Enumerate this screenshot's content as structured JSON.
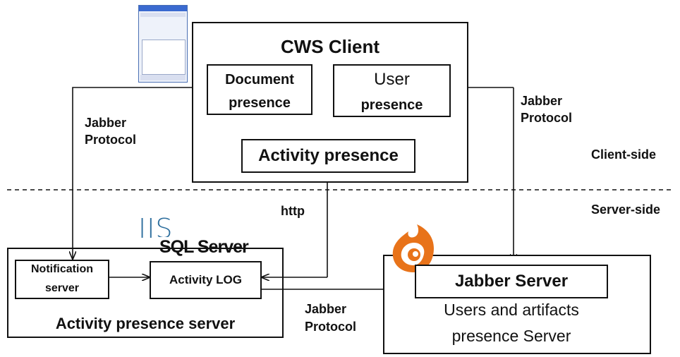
{
  "client_box": {
    "title": "CWS Client"
  },
  "document_presence": {
    "line1": "Document",
    "line2": "presence"
  },
  "user_presence": {
    "line1": "User",
    "line2": "presence"
  },
  "activity_presence": {
    "label": "Activity presence"
  },
  "labels": {
    "jabber_left": [
      "Jabber",
      "Protocol"
    ],
    "jabber_right": [
      "Jabber",
      "Protocol"
    ],
    "jabber_bottom": [
      "Jabber",
      "Protocol"
    ],
    "client_side": "Client-side",
    "server_side": "Server-side",
    "http": "http"
  },
  "logos": {
    "iis": "IIS",
    "sql_server": "SQL Server"
  },
  "notification_server": {
    "line1": "Notification",
    "line2": "server"
  },
  "activity_log": {
    "label": "Activity LOG"
  },
  "activity_presence_server": {
    "label": "Activity presence server"
  },
  "jabber_server": {
    "label": "Jabber Server"
  },
  "presence_server": {
    "line1": "Users and artifacts",
    "line2": "presence Server"
  },
  "colors": {
    "iis_blue": "#2e6f9e",
    "flame_orange": "#e8731a",
    "window_blue": "#3a6ad0"
  }
}
